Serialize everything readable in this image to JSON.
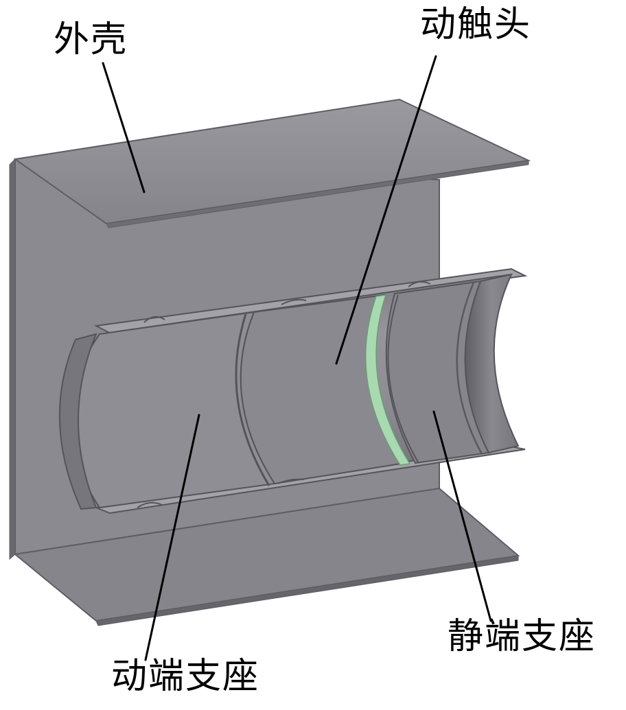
{
  "labels": {
    "housing": "外壳",
    "moving_contact": "动触头",
    "static_end_support": "静端支座",
    "moving_end_support": "动端支座"
  },
  "colors": {
    "background": "#ffffff",
    "shell_face": "#8a898f",
    "shell_face_light": "#9b9aa0",
    "shell_edge": "#5e5d63",
    "cylinder_body": "#8d8c92",
    "cylinder_dark": "#6d6c72",
    "insulating_ring": "#a8d9b0",
    "leader_line": "#000000"
  },
  "icons": {
    "housing": "sheet-metal-channel-shell",
    "cylinder": "coaxial-conductor-cylinder"
  }
}
